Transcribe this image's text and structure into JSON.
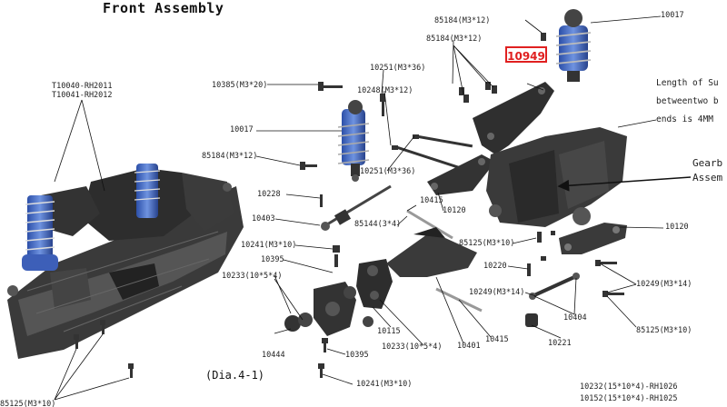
{
  "title": "Front Assembly",
  "caption": "(Dia.4-1)",
  "callout": "10949",
  "note": {
    "line1": "Length of Su",
    "line2": "betweentwo b",
    "line3": "ends is 4MM"
  },
  "gearbox": {
    "line1": "Gearb",
    "line2": "Assem"
  },
  "labels": {
    "t10040": "T10040-RH2011",
    "t10041": "T10041-RH2012",
    "l10385": "10385(M3*20)",
    "l10017a": "10017",
    "l85184a": "85184(M3*12)",
    "l10228": "10228",
    "l10403": "10403",
    "l10241a": "10241(M3*10)",
    "l10395a": "10395",
    "l10233a": "10233(10*5*4)",
    "l10444": "10444",
    "l10395b": "10395",
    "l10241b": "10241(M3*10)",
    "l85125bl": "85125(M3*10)",
    "l10251a": "10251(M3*36)",
    "l10248": "10248(M3*12)",
    "l10251b": "10251(M3*36)",
    "l10415a": "10415",
    "l85144": "85144(3*4)",
    "l10120a": "10120",
    "l10115": "10115",
    "l10233b": "10233(10*5*4)",
    "l10401": "10401",
    "l10415b": "10415",
    "l85184b": "85184(M3*12)",
    "l85184c": "85184(M3*12)",
    "l10017b": "10017",
    "l85125a": "85125(M3*10)",
    "l10220": "10220",
    "l10249a": "10249(M3*14)",
    "l10120b": "10120",
    "l10249b": "10249(M3*14)",
    "l10404": "10404",
    "l85125b": "85125(M3*10)",
    "l10221": "10221",
    "l10232": "10232(15*10*4)-RH1026",
    "l10152": "10152(15*10*4)-RH1025"
  }
}
